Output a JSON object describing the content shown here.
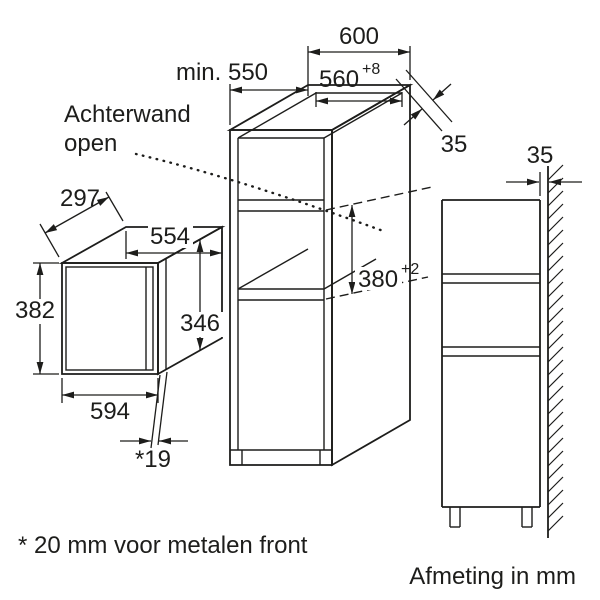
{
  "notes": {
    "footnote": "* 20 mm voor metalen front",
    "units": "Afmeting in mm"
  },
  "back_wall_label": {
    "line1": "Achterwand",
    "line2": "open"
  },
  "cabinet": {
    "width": "600",
    "depth_min": "min. 550",
    "niche_width": "560",
    "niche_width_tol": "+8",
    "rear_clearance": "35",
    "niche_height": "380",
    "niche_height_tol": "+2"
  },
  "oven": {
    "depth": "297",
    "top_width": "554",
    "height": "382",
    "front_height": "346",
    "front_width": "594",
    "front_offset": "*19"
  },
  "side_view": {
    "wall_clearance": "35"
  },
  "colors": {
    "line": "#1d1d1b",
    "background": "#ffffff"
  }
}
